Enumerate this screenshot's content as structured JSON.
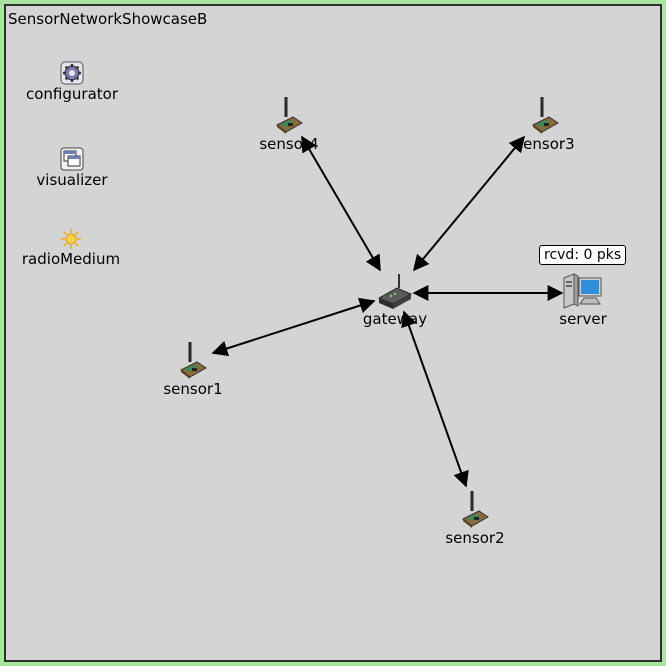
{
  "network": {
    "title": "SensorNetworkShowcaseB"
  },
  "modules": {
    "configurator": {
      "label": "configurator",
      "icon": "gear-icon"
    },
    "visualizer": {
      "label": "visualizer",
      "icon": "windows-icon"
    },
    "radioMedium": {
      "label": "radioMedium",
      "icon": "sun-icon"
    }
  },
  "nodes": {
    "sensor4": {
      "label": "sensor4",
      "icon": "sensor-board-icon"
    },
    "sensor3": {
      "label": "sensor3",
      "icon": "sensor-board-icon"
    },
    "sensor1": {
      "label": "sensor1",
      "icon": "sensor-board-icon"
    },
    "sensor2": {
      "label": "sensor2",
      "icon": "sensor-board-icon"
    },
    "gateway": {
      "label": "gateway",
      "icon": "router-icon"
    },
    "server": {
      "label": "server",
      "icon": "computer-icon",
      "status": "rcvd: 0 pks"
    }
  },
  "colors": {
    "background": "#d4d4d4",
    "outer_border": "#a8e6a0",
    "inner_border": "#2f2f2f",
    "link": "#000000"
  }
}
